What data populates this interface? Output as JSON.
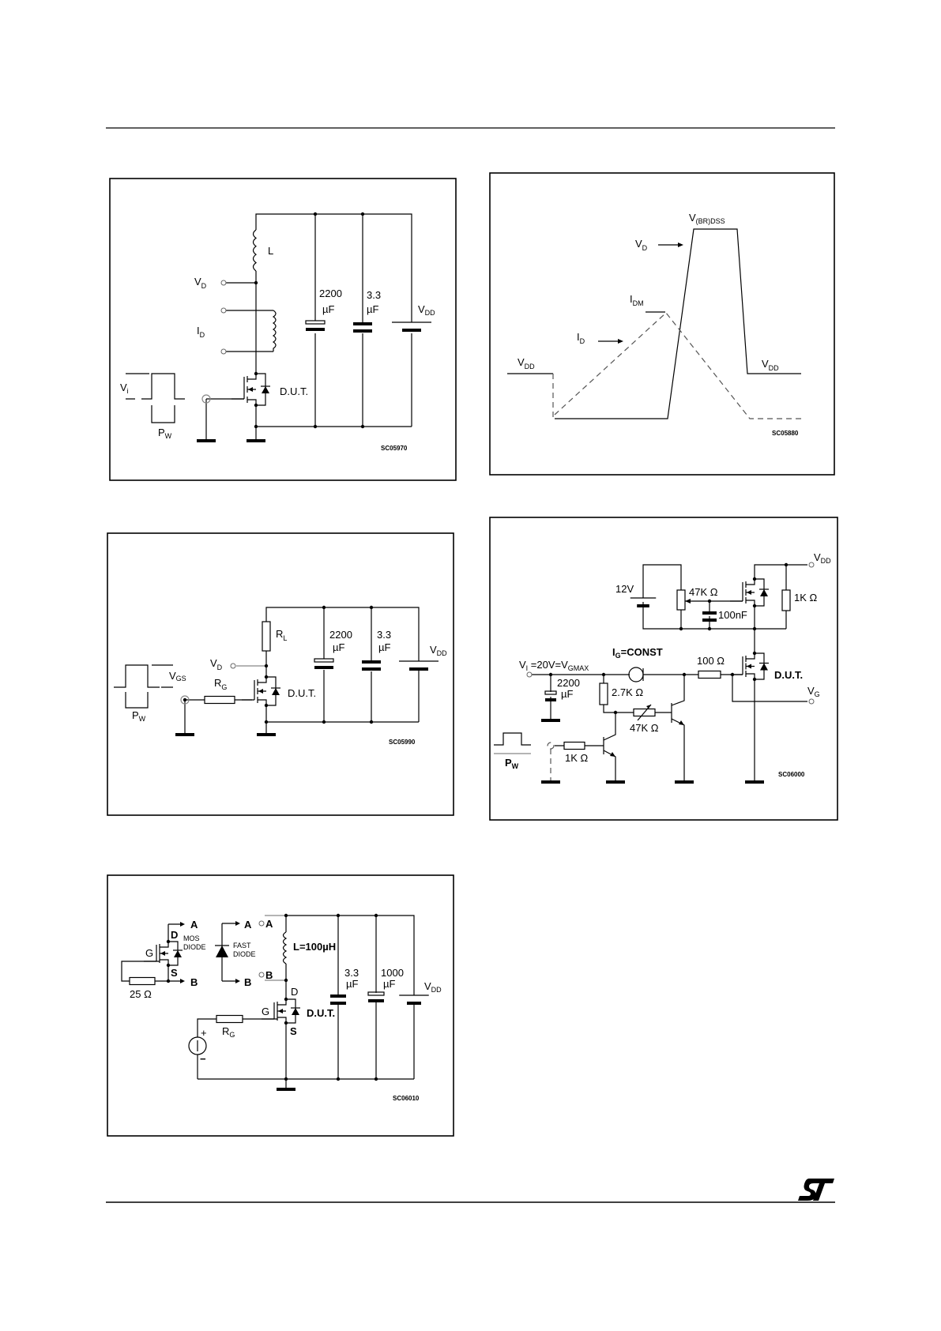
{
  "panels": {
    "p1": {
      "code": "SC05970",
      "L": "L",
      "VD": "V",
      "VD_sub": "D",
      "ID": "I",
      "ID_sub": "D",
      "c1": "2200",
      "c1u": "µF",
      "c2": "3.3",
      "c2u": "µF",
      "VDD": "V",
      "VDD_sub": "DD",
      "dut": "D.U.T.",
      "Vi": "V",
      "Vi_sub": "i",
      "PW": "P",
      "PW_sub": "W"
    },
    "p2": {
      "code": "SC05880",
      "vbr": "V",
      "vbr_sub": "(BR)DSS",
      "VD": "V",
      "VD_sub": "D",
      "IDM": "I",
      "IDM_sub": "DM",
      "ID": "I",
      "ID_sub": "D",
      "VDD1": "V",
      "VDD1_sub": "DD",
      "VDD2": "V",
      "VDD2_sub": "DD"
    },
    "p3": {
      "code": "SC05990",
      "RL": "R",
      "RL_sub": "L",
      "VD": "V",
      "VD_sub": "D",
      "RG": "R",
      "RG_sub": "G",
      "c1": "2200",
      "c1u": "µF",
      "c2": "3.3",
      "c2u": "µF",
      "VDD": "V",
      "VDD_sub": "DD",
      "dut": "D.U.T.",
      "VGS": "V",
      "VGS_sub": "GS",
      "PW": "P",
      "PW_sub": "W"
    },
    "p4": {
      "code": "SC06000",
      "v12": "12V",
      "pot": "47K Ω",
      "cap": "100nF",
      "r1k": "1K Ω",
      "VDD": "V",
      "VDD_sub": "DD",
      "IG": "I",
      "IG_sub": "G",
      "IG_rest": "=CONST",
      "VI": "V",
      "VI_sub": "I",
      "VI_mid": " =20V=V",
      "VI_sub2": "GMAX",
      "r100": "100 Ω",
      "dut": "D.U.T.",
      "VG": "V",
      "VG_sub": "G",
      "c1": "2200",
      "c1u": "µF",
      "r27": "2.7K Ω",
      "r47": "47K Ω",
      "rb": "1K Ω",
      "PW": "P",
      "PW_sub": "W"
    },
    "p5": {
      "code": "SC06010",
      "A": "A",
      "B": "B",
      "D": "D",
      "G": "G",
      "S": "S",
      "mos1": "MOS",
      "mos2": "DIODE",
      "fast1": "FAST",
      "fast2": "DIODE",
      "r25": "25 Ω",
      "L": "L=100µH",
      "c1": "3.3",
      "c1u": "µF",
      "c2": "1000",
      "c2u": "µF",
      "VDD": "V",
      "VDD_sub": "DD",
      "dut": "D.U.T.",
      "RG": "R",
      "RG_sub": "G",
      "plus": "+",
      "minus": "−"
    }
  },
  "footer": {
    "logo": "ST"
  }
}
